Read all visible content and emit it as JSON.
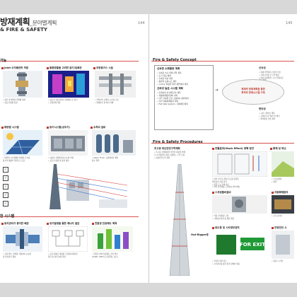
{
  "header": {
    "title_ko": "방재계획",
    "title_sub": "_분야별계획",
    "title_en": "& FIRE & SAFETY",
    "page_left": "144",
    "page_right": "145"
  },
  "left_page": {
    "section_1": "가능",
    "items_top": [
      {
        "caption": "Joint 수직배관의 적용",
        "desc": [
          "• 내진 및 배관의 변위에 대처",
          "• 설공 인명성 향상"
        ]
      },
      {
        "caption": "통합방출을 고려한 분기/입배관",
        "desc": [
          "• 공조기, 회로/전원 / 합배관으로 최기",
          "• 요입설계 적용"
        ]
      },
      {
        "caption": "주방용가스 시설",
        "desc": [
          "• 주방전의 급배기 시스템 구성",
          "• 발생하기 및 확산 자해"
        ]
      }
    ],
    "items_mid": [
      {
        "caption": "태양열 시스템",
        "desc": [
          "• 태양열 시스템에서 발생된 온수를",
          "  용수의 생활수 열원으로 공급"
        ]
      },
      {
        "caption": "중기시스템(공조기)",
        "desc": [
          "• 여름과 겨울에 중기시스템 적용",
          "• 공조기 용량 및 효율 개선"
        ]
      },
      {
        "caption": "수처리 설비",
        "desc": [
          "• Water Flush, 시뮬레이션 해결",
          "  용수 절약"
        ]
      }
    ],
    "section_2": "찬 시스템",
    "items_bottom": [
      {
        "caption": "유지관리가 용이한 배관",
        "desc": [
          "• 신뢰 확보, 설비용 적용하여 시공성",
          "  및 유지관리 향상"
        ]
      },
      {
        "caption": "위기발생을 통한 에너지 절감",
        "desc": [
          "• 공조기/펌프 제어를 도입하여 에너지",
          "  절감 및 설비 효율 향상"
        ]
      },
      {
        "caption": "친환경 인증제도 획득",
        "desc": [
          "• 친환경 설비 인증제도 관리 확보",
          "  (KGBC, LEED 등 인증제도 검토)"
        ]
      }
    ]
  },
  "right_page": {
    "concept_title": "Fire & Safety Concept",
    "concept_box": {
      "heading_1": "신속한 소화활동 계획",
      "lines_1": [
        "• 신속한 초기 화재 진압 계획",
        "• 조기 경보 체계",
        "• 신속한 피난 계획",
        "• 효율적 소화시스 계획",
        "• 'A-Fire' 특성을 위한 제연설비 계획"
      ],
      "heading_2": "신뢰성 높은 시스템 계획",
      "lines_2": [
        "• 인테리어 및 방화구획 계획",
        "• 자동화재탐지설비 계획",
        "• 다른 건축물 근간 조성하는 중화설비",
        "• 전관 자동화재탐지 계획",
        "• Fail Safe System : 화재제진계획"
      ]
    },
    "speed_label": "신속성",
    "speed_notes": [
      "• 화재 진압까지 신속한 경보",
      "• 소화시스템 및 구역 확장",
      "• 피난 사용방법 / 조기 알림이도",
      "  경보 체계"
    ],
    "center_oval": [
      "체계적 방재계획을 통한",
      "최적의 방재시스템 구축"
    ],
    "reliability_label": "편리성",
    "reliability_notes": [
      "• 시민 / 최적인 계획",
      "• 신뢰성 높은 배관 및 배기",
      "• 최적화된 소방 계획"
    ],
    "procedures_title": "Fire & Safety Procedures",
    "tower_caption": "초고층 피난안전구역계획",
    "tower_notes": [
      "• 초고층 건물에서의 안전한 피난을 위해",
      "  3~5 피층마다 피난 사용되는 구역 조성",
      "• 피난안전구역 계획"
    ],
    "outrigger_label": "Out-Rigger층",
    "proc_items": [
      {
        "caption": "연돌효과(Stack Effect) 대책 방안",
        "desc": [
          "• 피난 로비 등 일정 온도를 유지함",
          "  연돌효과 저감 환기",
          "• 출입구 등 틈새 차단",
          "• 연돌 압력차를 고려하여 설비 배치"
        ]
      },
      {
        "caption": "화재 및 피난",
        "desc": [
          "• 스프링클러",
          "• 피난"
        ]
      },
      {
        "caption": "스프링클러설비",
        "desc": [
          "• 적정 소화용량 구성",
          "• 가압송수장치 및 배관 개선"
        ]
      },
      {
        "caption": "자동화재탐지",
        "desc": [
          "• 조기 감지기"
        ]
      },
      {
        "caption": "유도등 및 시각경보장치",
        "desc": [
          "• 신속한 피난 유도",
          "• 시각경보를 통한 청각 장애인 대응"
        ]
      },
      {
        "caption": "인명안전 시",
        "desc": [
          "• 피난 시 인명"
        ]
      }
    ],
    "exit_sign_text": "FOR EXIT"
  },
  "colors": {
    "accent": "#c0392b",
    "divider": "#d9534f",
    "panel": "#ffffff",
    "background": "#d8d8d8"
  }
}
